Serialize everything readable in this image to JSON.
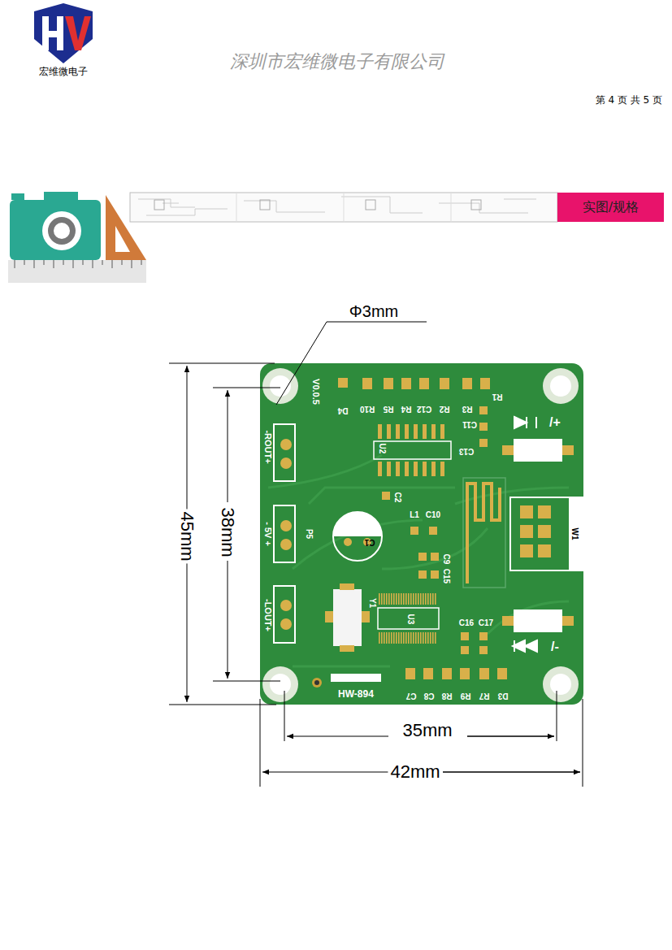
{
  "diagram": {
    "nodes": [
      {
        "text": [
          "实图/规格"
        ]
      }
    ],
    "labels": [
      "宏维微电子",
      "深圳市宏维微电子有限公司",
      "第 4 页 共 5 页",
      "Φ3mm",
      "45mm",
      "38mm",
      "35mm",
      "42mm",
      "V0.0.5",
      "D4",
      "R10",
      "R5",
      "R4",
      "C12",
      "R2",
      "R3",
      "R1",
      "C11",
      "U2",
      "C13",
      "C2",
      "L1",
      "C10",
      "C9",
      "C15",
      "C1",
      "P5",
      "-ROUT+",
      "- 5V +",
      "-LOUT+",
      "Y1",
      "U3",
      "C16",
      "C17",
      "HW-894",
      "C7",
      "C8",
      "R8",
      "R9",
      "R7",
      "D3",
      "W1",
      "/+",
      "/-"
    ]
  }
}
